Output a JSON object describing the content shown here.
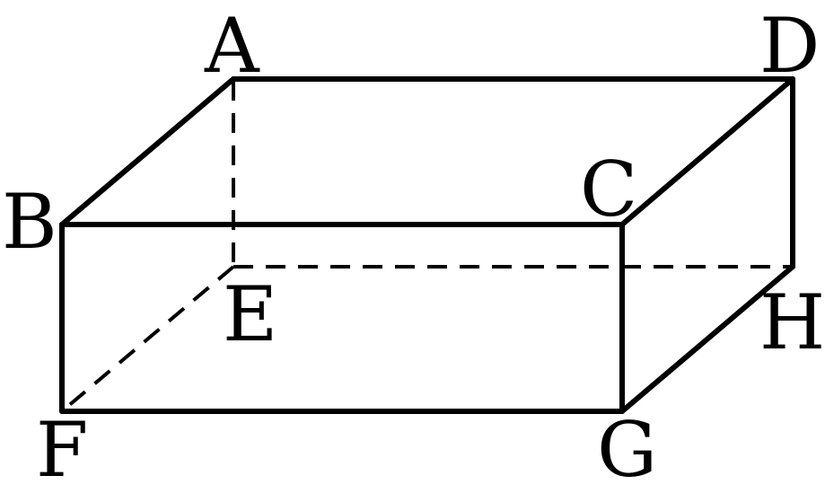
{
  "diagram": {
    "vertex_labels": {
      "A": "A",
      "B": "B",
      "C": "C",
      "D": "D",
      "E": "E",
      "F": "F",
      "G": "G",
      "H": "H"
    },
    "visible_edges": [
      [
        "A",
        "D"
      ],
      [
        "A",
        "B"
      ],
      [
        "D",
        "C"
      ],
      [
        "B",
        "C"
      ],
      [
        "B",
        "F"
      ],
      [
        "C",
        "G"
      ],
      [
        "F",
        "G"
      ],
      [
        "D",
        "H"
      ],
      [
        "G",
        "H"
      ]
    ],
    "hidden_edges": [
      [
        "A",
        "E"
      ],
      [
        "E",
        "H"
      ],
      [
        "E",
        "F"
      ]
    ],
    "colors": {
      "line": "#000000",
      "background": "#ffffff"
    }
  }
}
